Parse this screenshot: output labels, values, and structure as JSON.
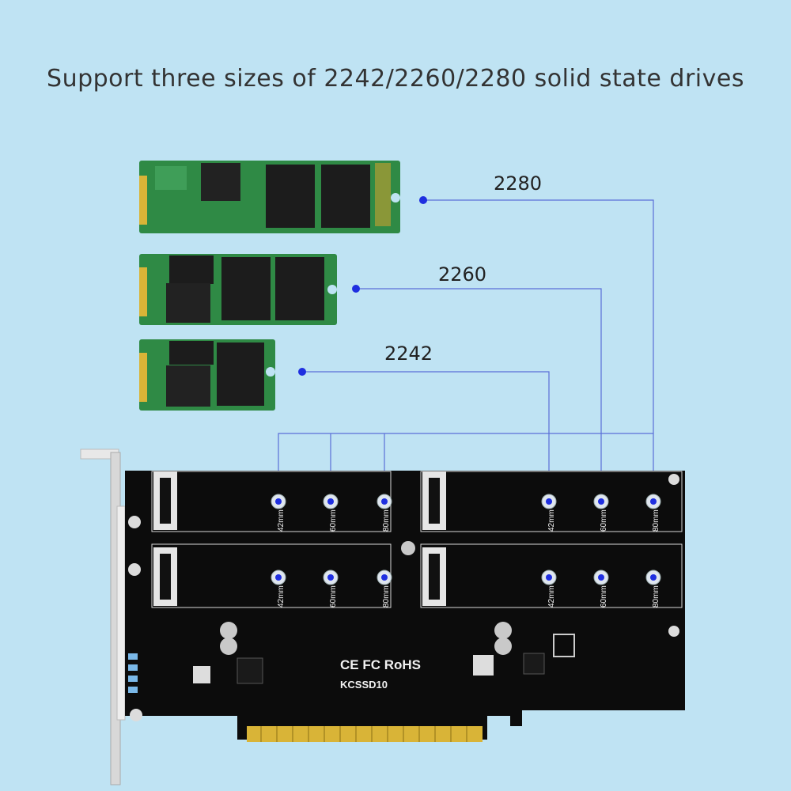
{
  "headline": "Support three sizes of 2242/2260/2280 solid state drives",
  "size_labels": [
    "2280",
    "2260",
    "2242"
  ],
  "slot_marks": [
    "42mm",
    "60mm",
    "80mm"
  ],
  "board_model": "KCSSD10",
  "certifications": "CE FC RoHS",
  "colors": {
    "background": "#bfe3f3",
    "pcb": "#0c0c0c",
    "ssd_pcb": "#2f8a45",
    "gold": "#d9b437",
    "leader": "#5a6fd8",
    "dot": "#1f2fe0"
  }
}
